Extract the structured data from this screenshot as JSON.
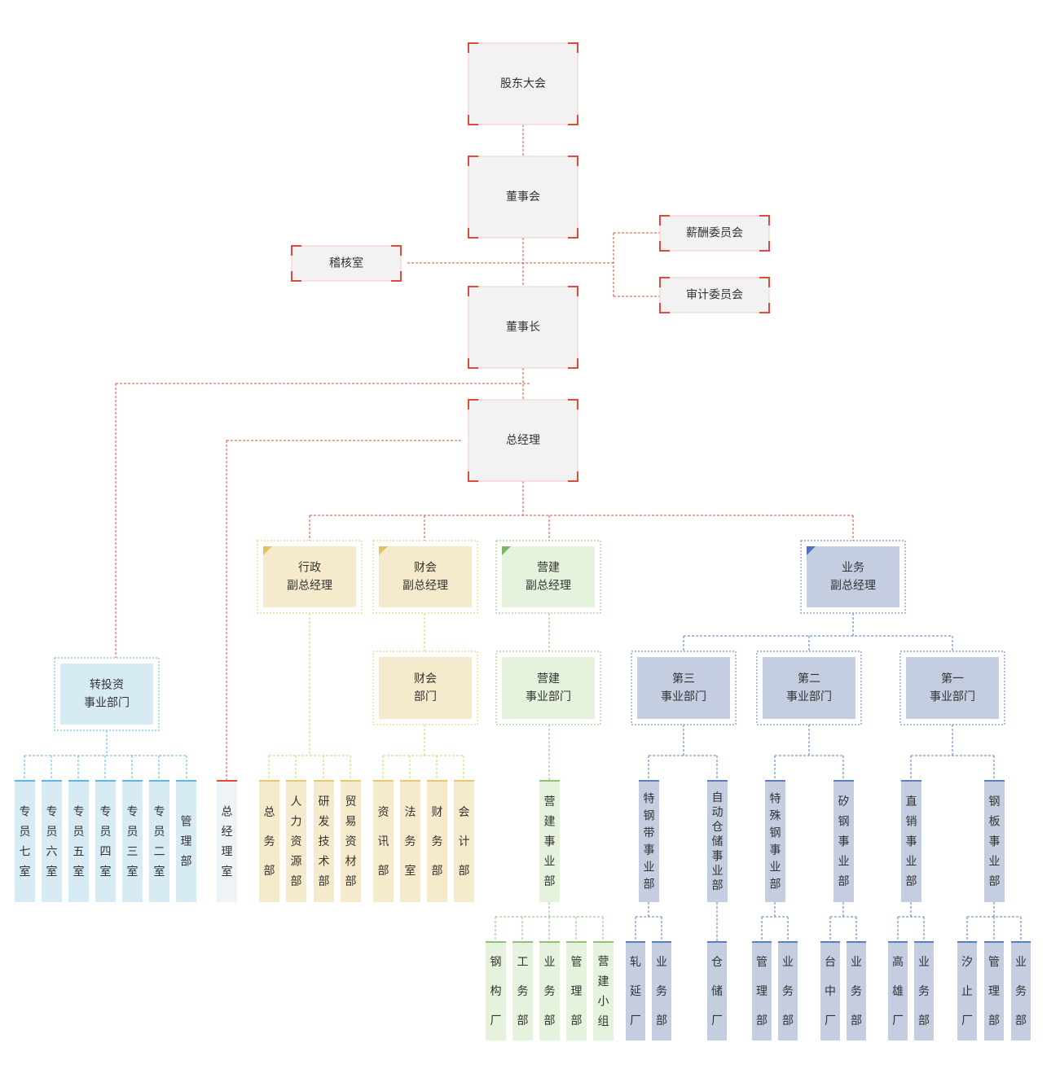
{
  "colors": {
    "red": "#e04a3a",
    "grey_fill": "#f2f2f2",
    "yellow_fill": "#f5ebcc",
    "yellow_line": "#e8c96a",
    "green_fill": "#e6f3dc",
    "green_line": "#8fc17a",
    "blue_fill": "#c5cde0",
    "blue_line": "#5a7ec0",
    "cyan_fill": "#d7ebf5",
    "cyan_line": "#62b3e0",
    "pale_fill": "#eef3f8",
    "text": "#333333"
  },
  "top": {
    "shareholders": "股东大会",
    "board": "董事会",
    "audit_office": "稽核室",
    "salary_committee": "薪酬委员会",
    "audit_committee": "审计委员会",
    "chairman": "董事长",
    "general_manager": "总经理",
    "gm_office": "总经理室"
  },
  "vice": {
    "admin": "行政\n副总经理",
    "finance": "财会\n副总经理",
    "construction": "营建\n副总经理",
    "business": "业务\n副总经理"
  },
  "units": {
    "transfer_investment": "转投资\n事业部门",
    "finance_dept": "财会\n部门",
    "construction_dept": "营建\n事业部门",
    "third_div": "第三\n事业部门",
    "second_div": "第二\n事业部门",
    "first_div": "第一\n事业部门"
  },
  "leaves": {
    "transfer_rooms": [
      "专员七室",
      "专员六室",
      "专员五室",
      "专员四室",
      "专员三室",
      "专员二室",
      "管理部"
    ],
    "admin_depts": [
      "总务部",
      "人力资源部",
      "研发技术部",
      "贸易资材部"
    ],
    "finance_depts": [
      "资讯部",
      "法务室",
      "财务部",
      "会计部"
    ],
    "construction_mid": "营建事业部",
    "construction_subs": [
      "钢构厂",
      "工务部",
      "业务部",
      "管理部",
      "营建小组"
    ],
    "third_mids": [
      "特钢带事业部",
      "自动仓储事业部"
    ],
    "second_mids": [
      "特殊钢事业部",
      "矽钢事业部"
    ],
    "first_mids": [
      "直销事业部",
      "钢板事业部"
    ],
    "strip_subs": [
      "轧延厂",
      "业务部"
    ],
    "storage_subs": [
      "仓储厂"
    ],
    "special_subs": [
      "管理部",
      "业务部"
    ],
    "silicon_subs": [
      "台中厂",
      "业务部"
    ],
    "direct_subs": [
      "高雄厂",
      "业务部"
    ],
    "plate_subs": [
      "汐止厂",
      "管理部",
      "业务部"
    ]
  }
}
